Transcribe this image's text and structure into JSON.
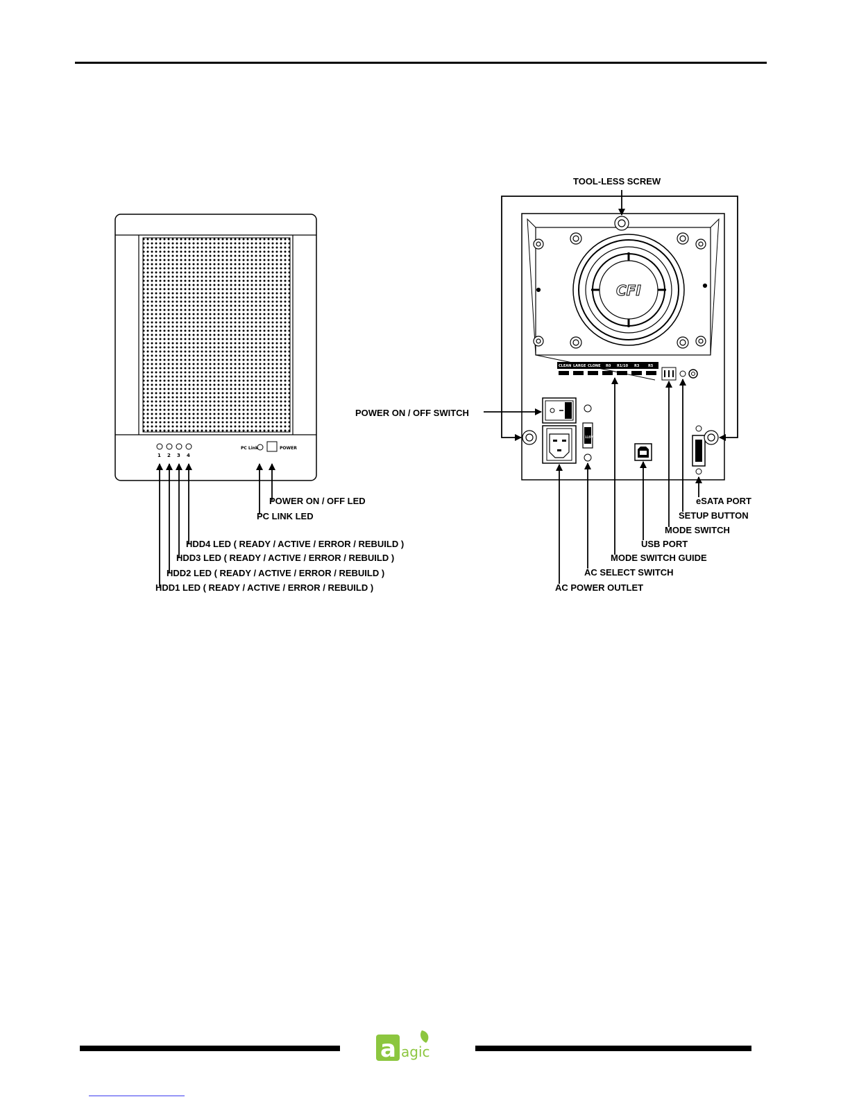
{
  "front_panel": {
    "led_numbers": [
      "1",
      "2",
      "3",
      "4"
    ],
    "pc_link_text": "PC Link",
    "power_text": "POWER"
  },
  "rear_panel": {
    "fan_logo": "CFI",
    "switch_guide_labels": [
      "CLEAN",
      "LARGE",
      "CLONE",
      "R0",
      "R1/10",
      "R3",
      "R5"
    ],
    "ac_select_text": "115V"
  },
  "callouts": {
    "power_led": "POWER  ON / OFF  LED",
    "pc_link_led": "PC  LINK  LED",
    "hdd4_led": "HDD4  LED ( READY / ACTIVE / ERROR / REBUILD )",
    "hdd3_led": "HDD3  LED ( READY / ACTIVE / ERROR / REBUILD )",
    "hdd2_led": "HDD2  LED ( READY / ACTIVE / ERROR / REBUILD )",
    "hdd1_led": "HDD1  LED ( READY / ACTIVE / ERROR / REBUILD )",
    "tool_less_screw": "TOOL-LESS  SCREW",
    "power_switch": "POWER  ON / OFF  SWITCH",
    "esata_port": "eSATA PORT",
    "setup_button": "SETUP  BUTTON",
    "mode_switch": "MODE  SWITCH",
    "usb_port": "USB PORT",
    "mode_switch_guide": "MODE  SWITCH  GUIDE",
    "ac_select_switch": "AC  SELECT SWITCH",
    "ac_power_outlet": "AC  POWER  OUTLET"
  },
  "footer": {
    "logo_letter": "a",
    "logo_text": "agic"
  },
  "colors": {
    "logo_green": "#8cc63f",
    "link_blue": "#3a3af0"
  }
}
